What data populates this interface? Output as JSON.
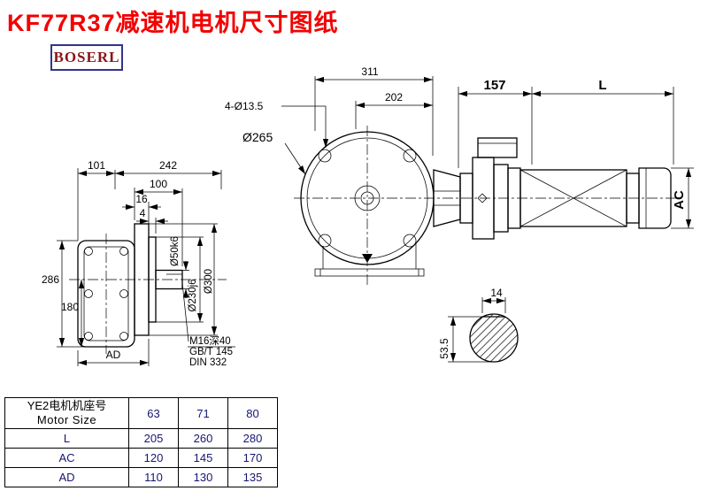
{
  "title": "KF77R37减速机电机尺寸图纸",
  "logo_text": "BOSERL",
  "side_view": {
    "dim_101": "101",
    "dim_242": "242",
    "dim_100": "100",
    "dim_16": "16",
    "dim_4": "4",
    "dim_286": "286",
    "dim_180": "180",
    "dim_ad": "AD",
    "dim_shaft_dia": "Ø50k6",
    "dim_spigot_dia": "Ø230j6",
    "dim_flange_dia": "Ø300",
    "note_line1": "M16深40",
    "note_line2": "GB/T 145",
    "note_line3": "DIN 332"
  },
  "front_view": {
    "dim_311": "311",
    "dim_202": "202",
    "dim_holes": "4-Ø13.5",
    "dim_flange_circle": "Ø265",
    "dim_157": "157",
    "dim_l": "L",
    "dim_ac": "AC"
  },
  "shaft_section": {
    "dim_14": "14",
    "dim_53_5": "53.5"
  },
  "table": {
    "header": {
      "line1_cn": "YE2电机机座号",
      "line2_en": "Motor Size",
      "sizes": [
        "63",
        "71",
        "80"
      ]
    },
    "rows": [
      {
        "label": "L",
        "values": [
          "205",
          "260",
          "280"
        ]
      },
      {
        "label": "AC",
        "values": [
          "120",
          "145",
          "170"
        ]
      },
      {
        "label": "AD",
        "values": [
          "110",
          "130",
          "135"
        ]
      }
    ]
  }
}
